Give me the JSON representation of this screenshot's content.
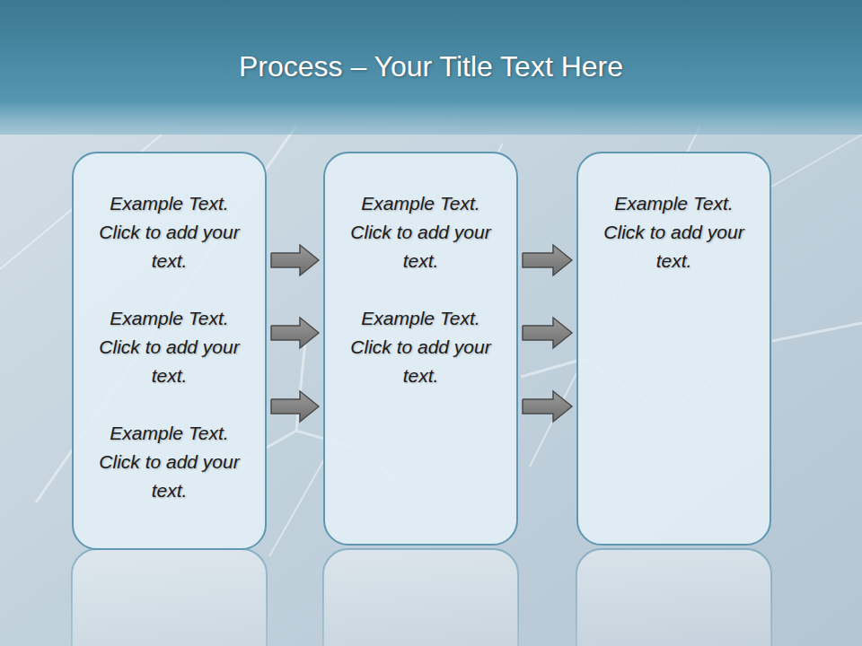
{
  "diagram": {
    "title": "Process – Your Title Text Here",
    "nodes": [
      {
        "text": [
          "Example Text. Click to add your text.",
          "Example Text. Click to add your text.",
          "Example Text. Click to add your text."
        ]
      },
      {
        "text": [
          "Example Text. Click to add your text.",
          "Example Text. Click to add your text."
        ]
      },
      {
        "text": [
          "Example Text. Click to add your text."
        ]
      }
    ],
    "edges": [
      {
        "from": 0,
        "to": 1,
        "arrow": "to"
      },
      {
        "from": 0,
        "to": 1,
        "arrow": "to"
      },
      {
        "from": 0,
        "to": 1,
        "arrow": "to"
      },
      {
        "from": 1,
        "to": 2,
        "arrow": "to"
      },
      {
        "from": 1,
        "to": 2,
        "arrow": "to"
      },
      {
        "from": 1,
        "to": 2,
        "arrow": "to"
      }
    ]
  }
}
